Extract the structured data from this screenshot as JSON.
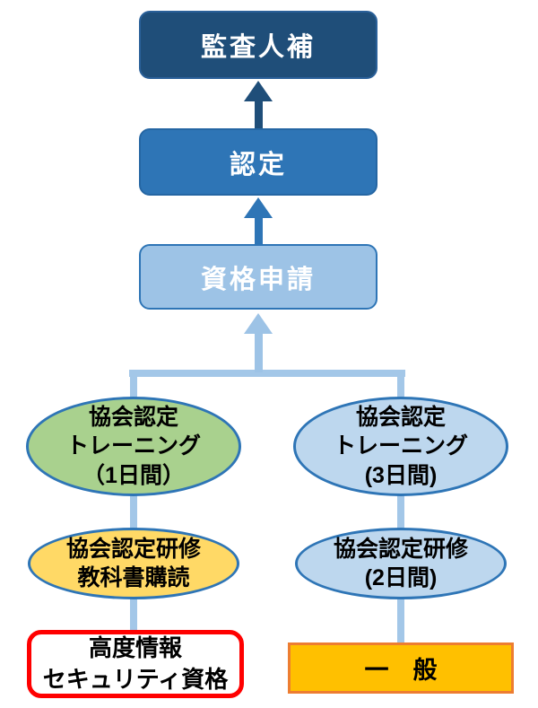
{
  "diagram": {
    "nodes": {
      "auditor": {
        "label": "監査人補",
        "fill": "#1F4E79",
        "text_color": "#FFFFFF"
      },
      "certification": {
        "label": "認定",
        "fill": "#2E75B6",
        "text_color": "#FFFFFF"
      },
      "application": {
        "label": "資格申請",
        "fill": "#9DC3E6",
        "text_color": "#FFFFFF"
      },
      "training_left": {
        "lines": [
          "協会認定",
          "トレーニング",
          "（1日間）"
        ],
        "fill": "#A9D18E",
        "border": "#2E75B6",
        "text_color": "#000000"
      },
      "training_right": {
        "lines": [
          "協会認定",
          "トレーニング",
          "(3日間)"
        ],
        "fill": "#BDD7EE",
        "border": "#2E75B6",
        "text_color": "#000000"
      },
      "seminar_left": {
        "lines": [
          "協会認定研修",
          "教科書購読"
        ],
        "fill": "#FFD966",
        "border": "#2E75B6",
        "text_color": "#000000"
      },
      "seminar_right": {
        "lines": [
          "協会認定研修",
          "(2日間)"
        ],
        "fill": "#BDD7EE",
        "border": "#2E75B6",
        "text_color": "#000000"
      },
      "advanced_security": {
        "lines": [
          "高度情報",
          "セキュリティ資格"
        ],
        "fill": "#FFFFFF",
        "border": "#FF0000",
        "text_color": "#000000"
      },
      "general": {
        "label": "一　般",
        "fill": "#FFC000",
        "border": "#ED7D31",
        "text_color": "#000000"
      }
    },
    "arrows": {
      "to_auditor": {
        "color": "#1F4E79"
      },
      "to_certification": {
        "color": "#2E75B6"
      },
      "to_application": {
        "color": "#9DC3E6"
      }
    },
    "connector_color": "#A3C7E8"
  }
}
